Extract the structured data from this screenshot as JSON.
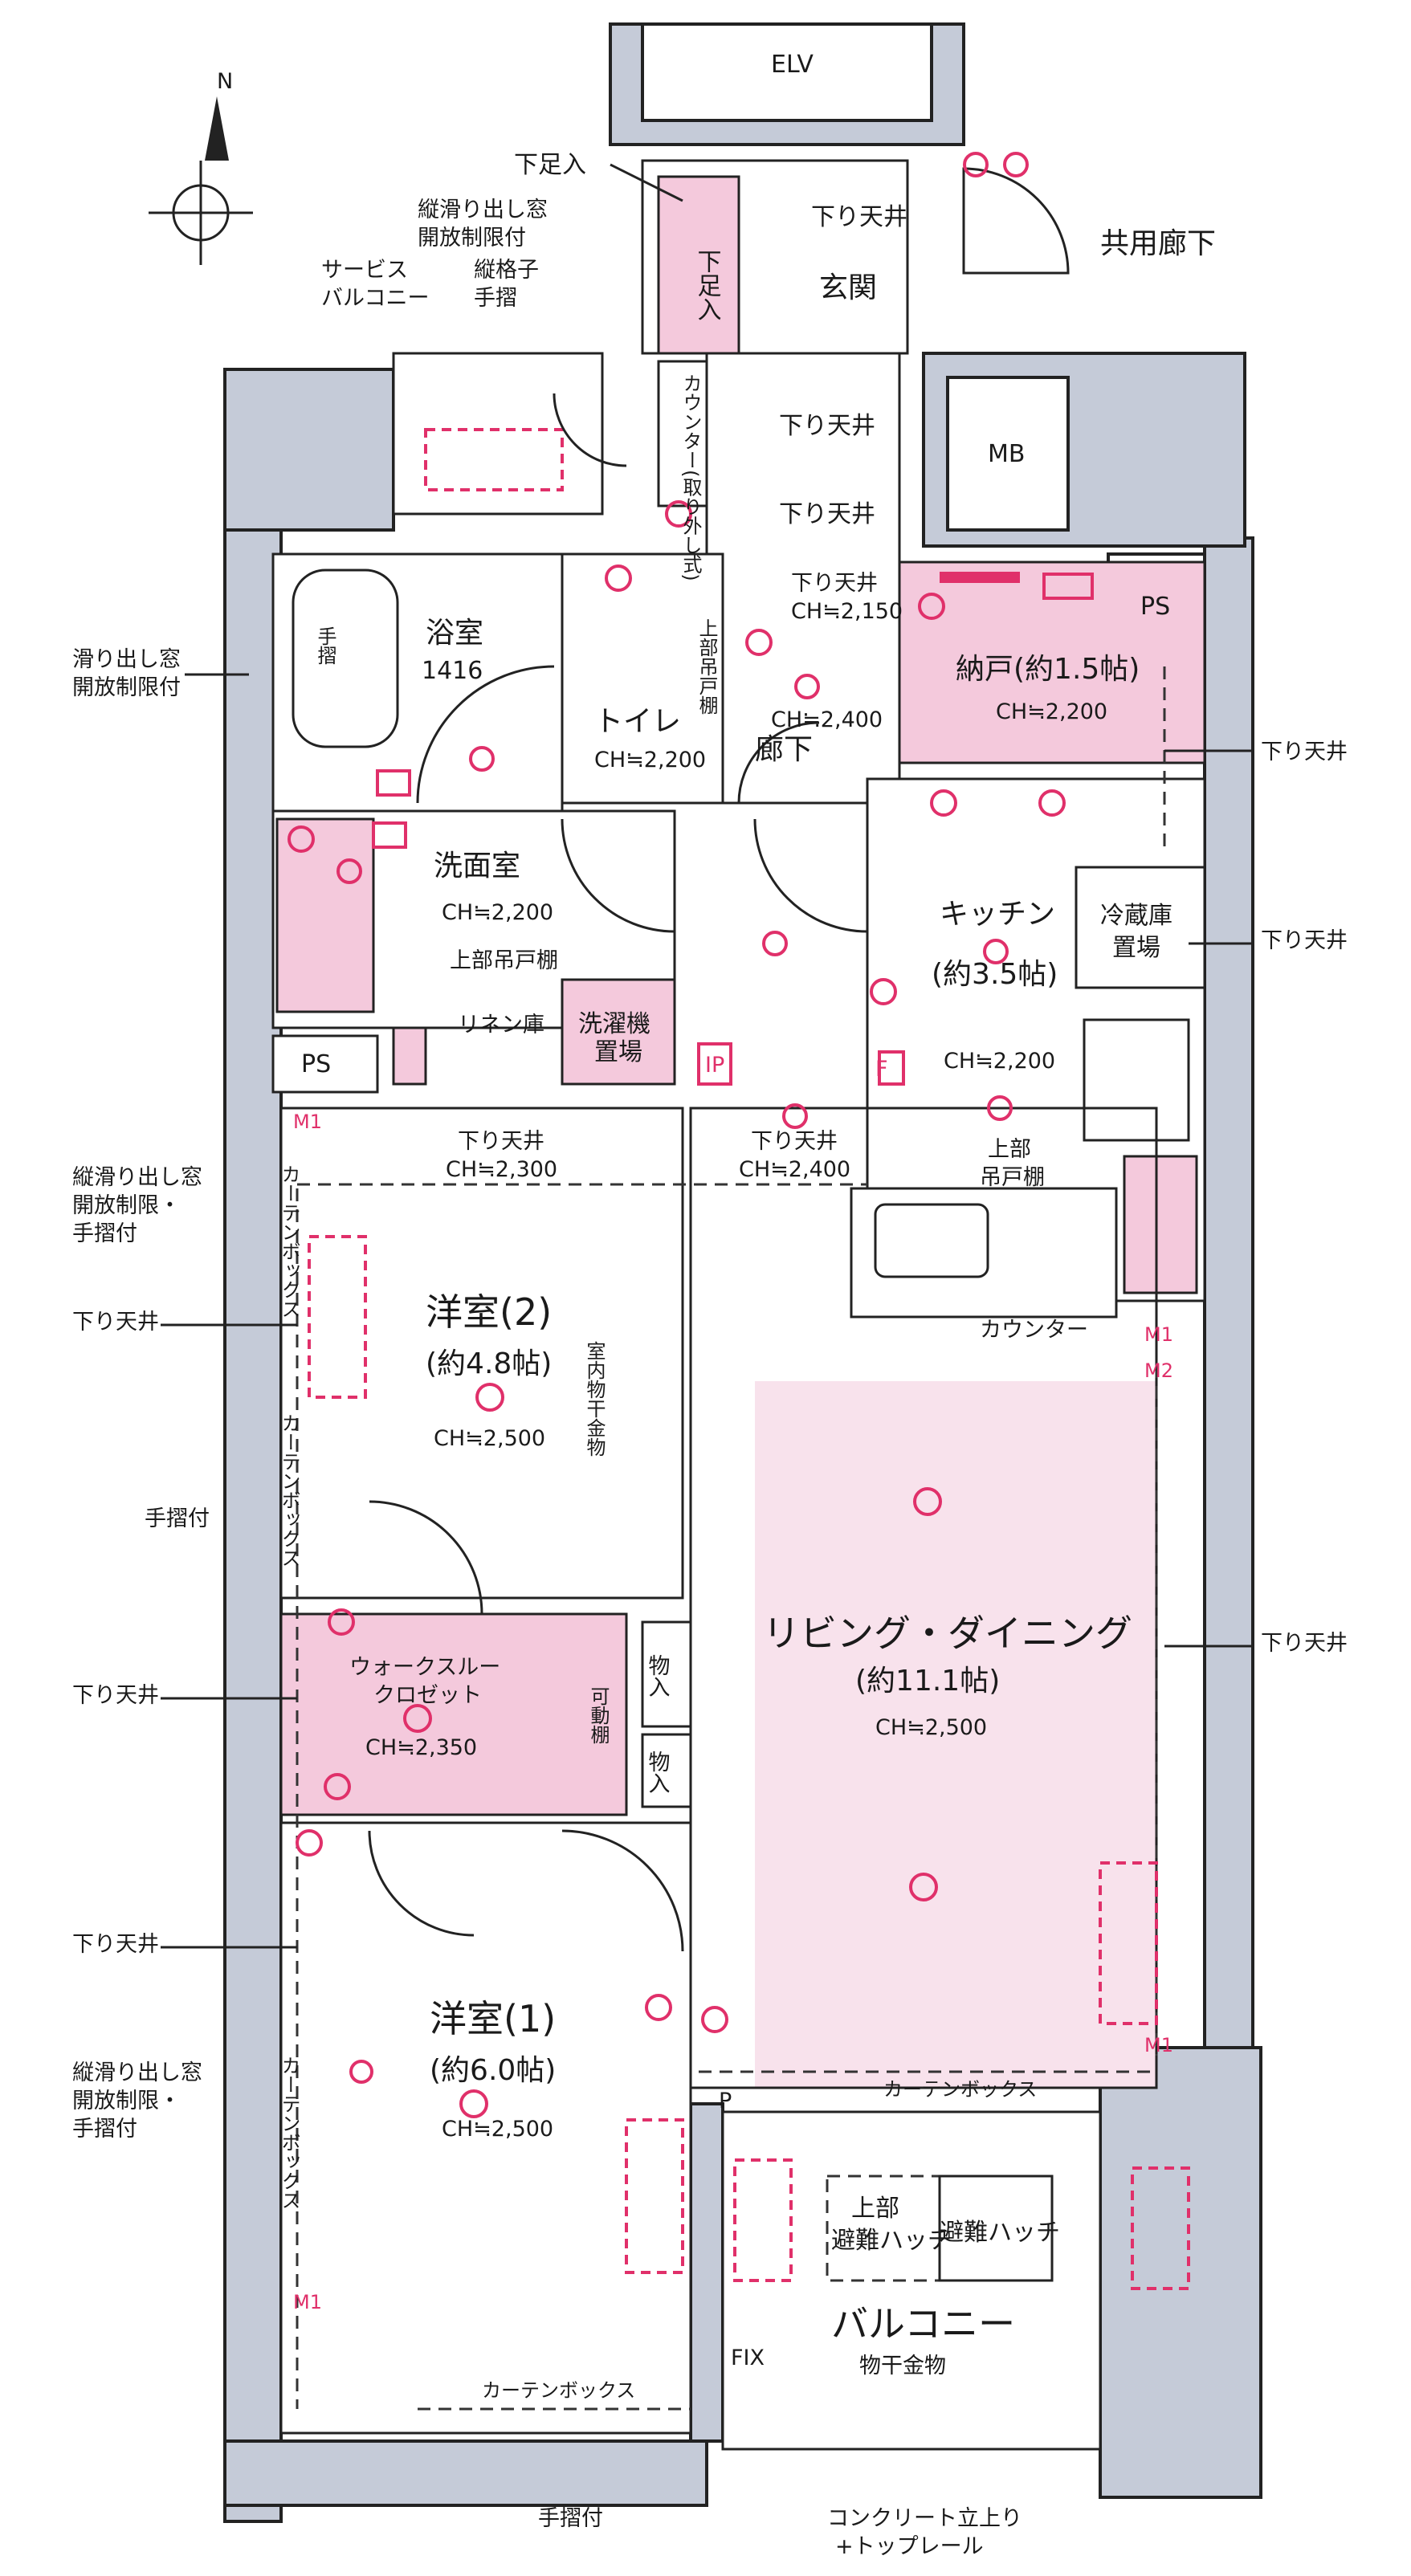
{
  "labels": {
    "elv": "ELV",
    "shimo_ashiire_top": "下足入",
    "shimo_ashiire_room": "下足入",
    "genkan": "玄関",
    "sagari_tenjo_genkan": "下り天井",
    "kyoyo_roka": "共用廊下",
    "tate_suberidashi_1": "縦滑り出し窓",
    "kaiho_seigen_1": "開放制限付",
    "service_balcony_1": "サービス",
    "service_balcony_2": "バルコニー",
    "tate_koshi_1": "縦格子",
    "tate_koshi_2": "手摺",
    "counter_removable": "カウンター(取り外し式)",
    "sagari_tenjo_a": "下り天井",
    "sagari_tenjo_b": "下り天井",
    "sagari_tenjo_c": "下り天井",
    "ch_2150": "CH≒2,150",
    "mb": "MB",
    "ps_top": "PS",
    "nando": "納戸(約1.5帖)",
    "nando_ch": "CH≒2,200",
    "yokushitsu": "浴室",
    "yokushitsu_size": "1416",
    "tesuri_bath": "手摺",
    "toilet": "トイレ",
    "toilet_ch": "CH≒2,200",
    "jobu_todana_toilet": "上部吊戸棚",
    "roka": "廊下",
    "roka_ch": "CH≒2,400",
    "suberidashi_left_1": "滑り出し窓",
    "suberidashi_left_2": "開放制限付",
    "right_sagari_1": "下り天井",
    "senmenshitsu": "洗面室",
    "senmen_ch": "CH≒2,200",
    "jobu_todana_senmen": "上部吊戸棚",
    "linen": "リネン庫",
    "sentakuki_1": "洗濯機",
    "sentakuki_2": "置場",
    "ps_left": "PS",
    "ip": "IP",
    "kitchen": "キッチン",
    "kitchen_size": "(約3.5帖)",
    "kitchen_ch": "CH≒2,200",
    "reizoko_1": "冷蔵庫",
    "reizoko_2": "置場",
    "right_sagari_2": "下り天井",
    "jobu_todana_kitchen_1": "上部",
    "jobu_todana_kitchen_2": "吊戸棚",
    "f_mark": "F",
    "sagari_tenjo_yoshitsu2": "下り天井",
    "yoshitsu2_top_ch": "CH≒2,300",
    "sagari_tenjo_ld": "下り天井",
    "ld_top_ch": "CH≒2,400",
    "counter": "カウンター",
    "left_win2_1": "縦滑り出し窓",
    "left_win2_2": "開放制限・",
    "left_win2_3": "手摺付",
    "curtain_box_1": "カーテンボックス",
    "left_sagari_1": "下り天井",
    "yoshitsu2": "洋室(2)",
    "yoshitsu2_size": "(約4.8帖)",
    "yoshitsu2_ch": "CH≒2,500",
    "shitsunai_monohoshi": "室内物干金物",
    "curtain_box_2": "カーテンボックス",
    "tesuri_left": "手摺付",
    "ld": "リビング・ダイニング",
    "ld_size": "(約11.1帖)",
    "ld_ch": "CH≒2,500",
    "right_sagari_3": "下り天井",
    "left_sagari_2": "下り天井",
    "wic_1": "ウォークスルー",
    "wic_2": "クロゼット",
    "wic_ch": "CH≒2,350",
    "kadodana": "可動棚",
    "mono_1": "物入",
    "mono_2": "物入",
    "left_sagari_3": "下り天井",
    "yoshitsu1": "洋室(1)",
    "yoshitsu1_size": "(約6.0帖)",
    "yoshitsu1_ch": "CH≒2,500",
    "curtain_box_3": "カーテンボックス",
    "left_win3_1": "縦滑り出し窓",
    "left_win3_2": "開放制限・",
    "left_win3_3": "手摺付",
    "p_mark": "P",
    "curtain_box_ld": "カーテンボックス",
    "jobu_hinan_1": "上部",
    "jobu_hinan_2": "避難ハッチ",
    "hinan_hatch": "避難ハッチ",
    "balcony": "バルコニー",
    "monohoshi": "物干金物",
    "fix": "FIX",
    "curtain_box_bottom": "カーテンボックス",
    "tesuri_bottom": "手摺付",
    "concrete_1": "コンクリート立上り",
    "concrete_2": "+トップレール",
    "m1_a": "M1",
    "m1_b": "M1",
    "m2": "M2",
    "m1_c": "M1",
    "m1_d": "M1"
  },
  "icons": {
    "compass": "north-compass-icon",
    "light": "ceiling-light-icon",
    "outlet": "outlet-icon"
  },
  "colors": {
    "wall": "#c5cbd8",
    "storage": "#f4c9dc",
    "marker": "#e0306a"
  }
}
